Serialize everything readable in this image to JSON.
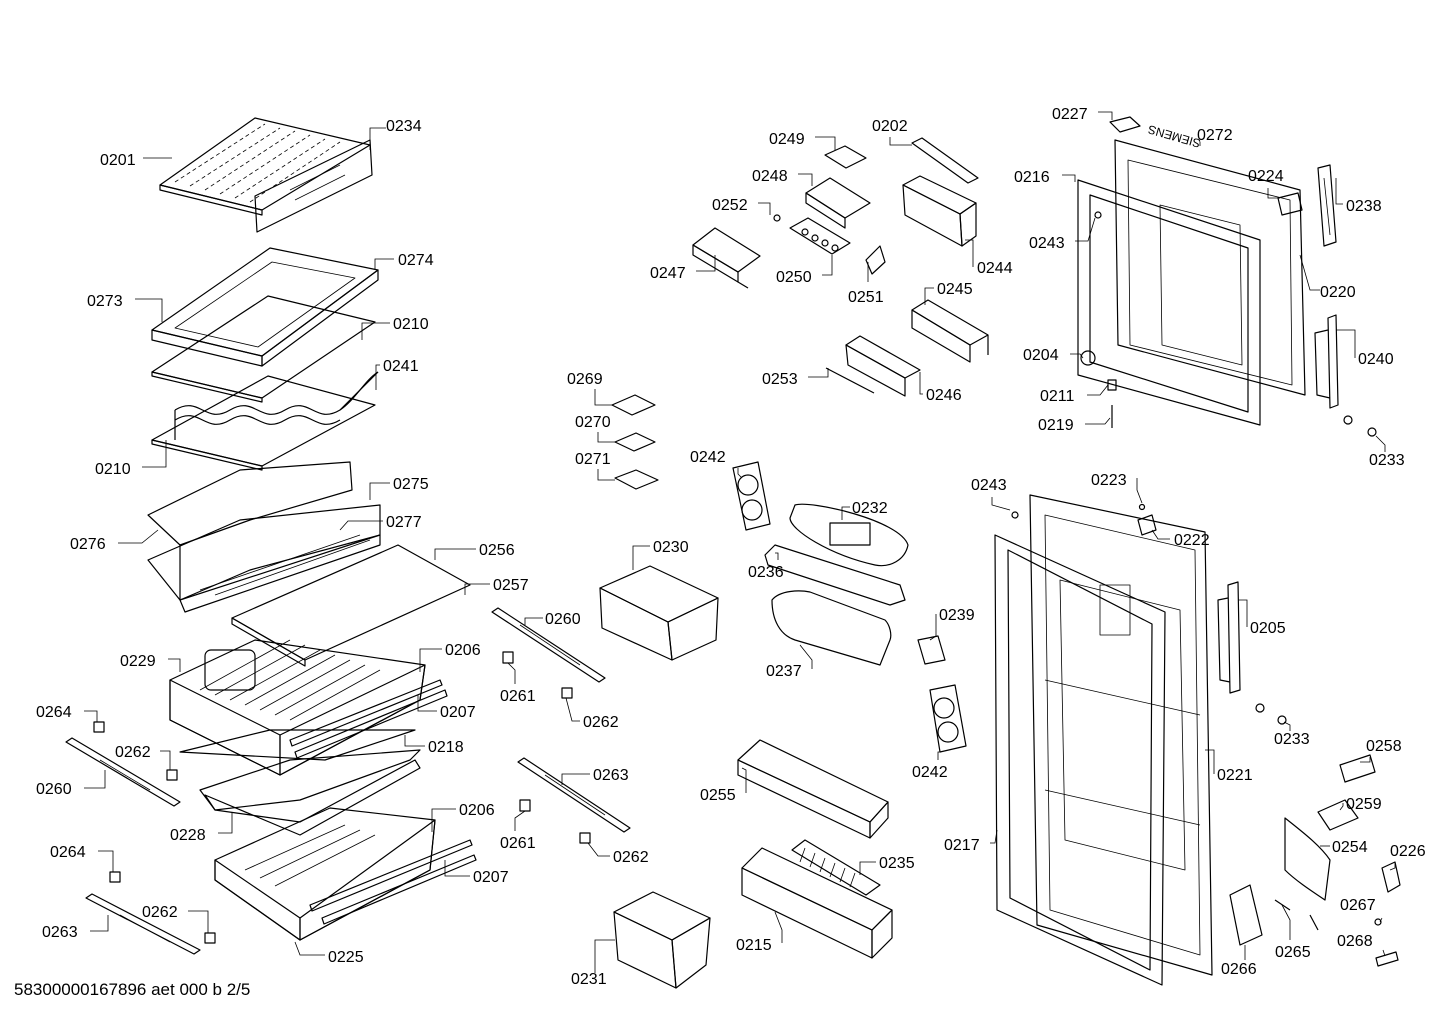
{
  "doc_id": "58300000167896 aet 000 b 2/5",
  "brand": "SIEMENS",
  "parts": [
    "0201",
    "0234",
    "0273",
    "0274",
    "0210",
    "0241",
    "0210",
    "0276",
    "0275",
    "0277",
    "0256",
    "0257",
    "0229",
    "0206",
    "0207",
    "0218",
    "0228",
    "0206",
    "0207",
    "0225",
    "0264",
    "0262",
    "0260",
    "0264",
    "0262",
    "0263",
    "0260",
    "0261",
    "0262",
    "0263",
    "0261",
    "0262",
    "0269",
    "0270",
    "0271",
    "0230",
    "0231",
    "0249",
    "0202",
    "0248",
    "0252",
    "0247",
    "0250",
    "0251",
    "0244",
    "0245",
    "0253",
    "0246",
    "0242",
    "0232",
    "0236",
    "0237",
    "0239",
    "0242",
    "0255",
    "0235",
    "0215",
    "0227",
    "0272",
    "0216",
    "0224",
    "0238",
    "0243",
    "0220",
    "0240",
    "0204",
    "0211",
    "0219",
    "0233",
    "0243",
    "0223",
    "0222",
    "0205",
    "0233",
    "0221",
    "0217",
    "0258",
    "0259",
    "0254",
    "0226",
    "0267",
    "0268",
    "0265",
    "0266"
  ]
}
